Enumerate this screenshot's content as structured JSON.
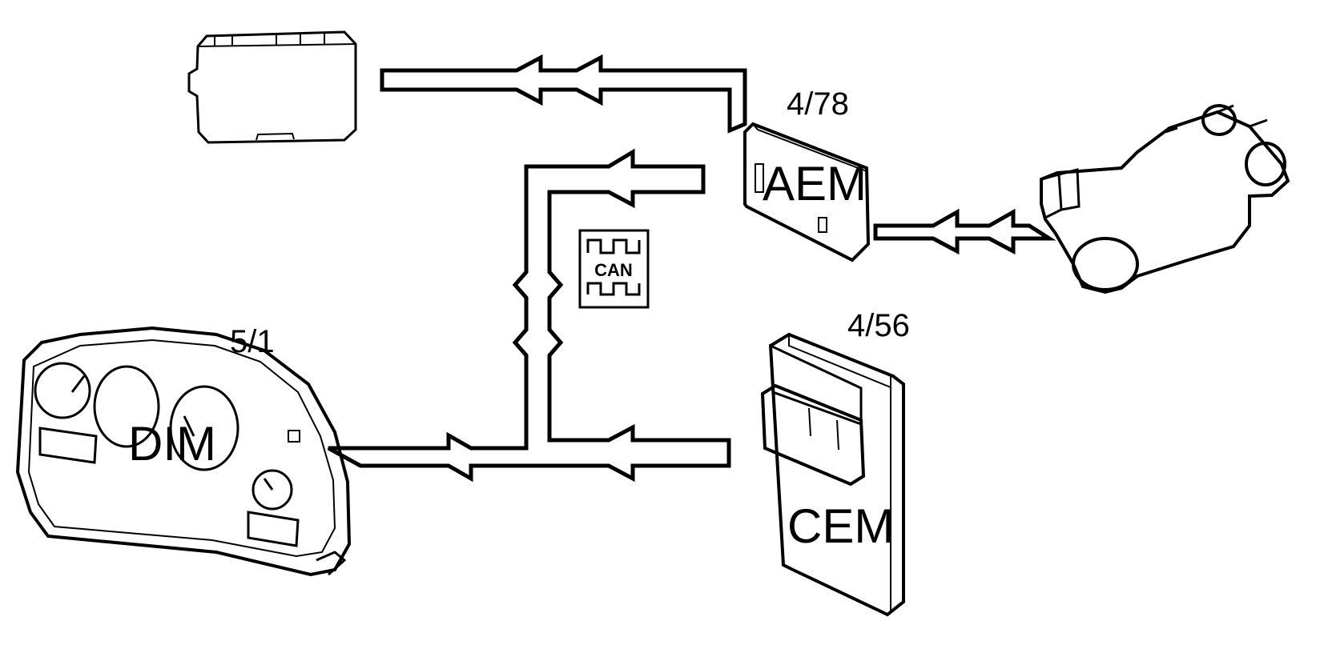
{
  "modules": {
    "aem": {
      "ref": "4/78",
      "name": "AEM"
    },
    "dim": {
      "ref": "5/1",
      "name": "DIM"
    },
    "cem": {
      "ref": "4/56",
      "name": "CEM"
    }
  },
  "can_symbol": {
    "label": "CAN"
  },
  "colors": {
    "line": "#000000",
    "background": "#ffffff"
  }
}
